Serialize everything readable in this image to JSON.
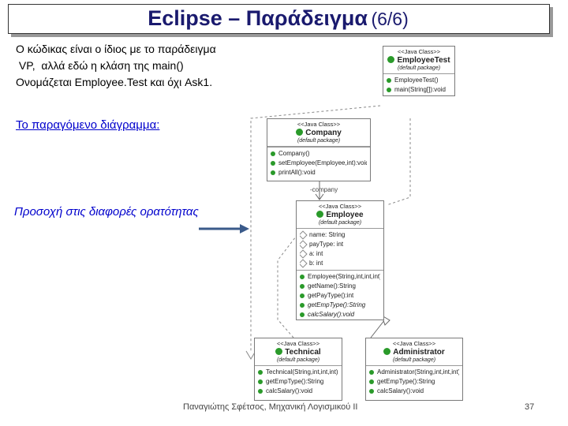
{
  "title": {
    "main": "Eclipse – Παράδειγμα",
    "suffix": "(6/6)"
  },
  "intro_lines": [
    "Ο κώδικας είναι ο ίδιος με το παράδειγμα",
    " VP,  αλλά εδώ η κλάση της main()",
    "Ονομάζεται Employee.Test και όχι Ask1."
  ],
  "diagram_label": "Το παραγόμενο διάγραμμα:",
  "visibility_note": "Προσοχή στις διαφορές ορατότητας",
  "classes": {
    "employee_test": {
      "stereotype": "<<Java Class>>",
      "name": "EmployeeTest",
      "package": "(default package)",
      "methods": [
        "EmployeeTest()",
        "main(String[]):void"
      ]
    },
    "company": {
      "stereotype": "<<Java Class>>",
      "name": "Company",
      "package": "(default package)",
      "methods": [
        "Company()",
        "setEmployee(Employee,int):void",
        "printAll():void"
      ]
    },
    "employee": {
      "stereotype": "<<Java Class>>",
      "name": "Employee",
      "package": "(default package)",
      "fields": [
        "name: String",
        "payType: int",
        "a: int",
        "b: int"
      ],
      "methods": [
        "Employee(String,int,int,int)",
        "getName():String",
        "getPayType():int",
        "getEmpType():String",
        "calcSalary():void"
      ]
    },
    "technical": {
      "stereotype": "<<Java Class>>",
      "name": "Technical",
      "package": "(default package)",
      "methods": [
        "Technical(String,int,int,int)",
        "getEmpType():String",
        "calcSalary():void"
      ]
    },
    "administrator": {
      "stereotype": "<<Java Class>>",
      "name": "Administrator",
      "package": "(default package)",
      "methods": [
        "Administrator(String,int,int,int)",
        "getEmpType():String",
        "calcSalary():void"
      ]
    }
  },
  "association_label": "-company",
  "footer": "Παναγιώτης Σφέτσος, Μηχανική Λογισμικού ΙΙ",
  "page_number": "37",
  "colors": {
    "title": "#1a1a6e",
    "link": "#0000cc",
    "arrow": "#3a5a8a",
    "icon": "#2a9a2a"
  }
}
